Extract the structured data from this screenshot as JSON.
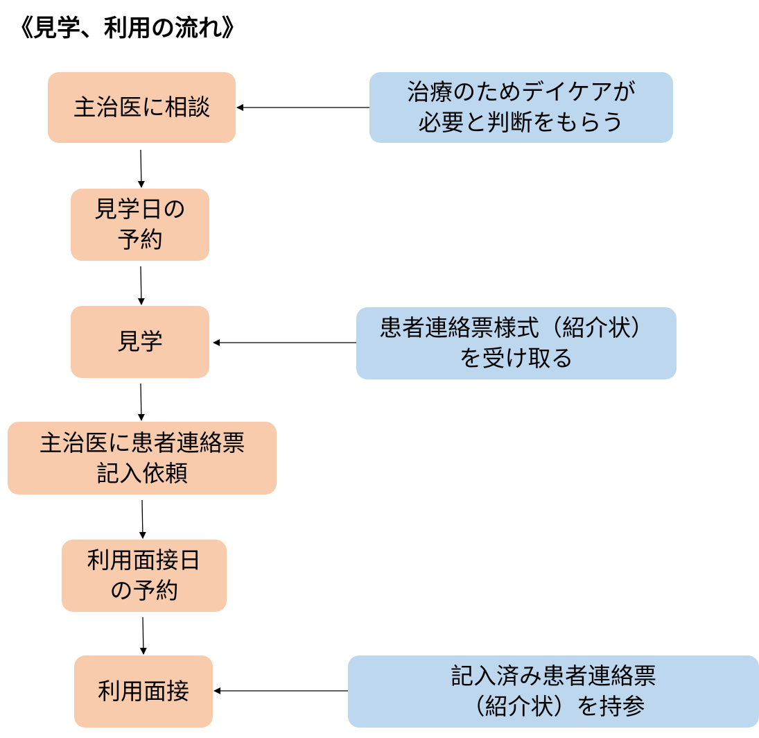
{
  "title": "《見学、利用の流れ》",
  "steps": [
    {
      "label": "主治医に相談"
    },
    {
      "label": "見学日の\n予約"
    },
    {
      "label": "見学"
    },
    {
      "label": "主治医に患者連絡票\n記入依頼"
    },
    {
      "label": "利用面接日\nの予約"
    },
    {
      "label": "利用面接"
    }
  ],
  "notes": [
    {
      "label": "治療のためデイケアが\n必要と判断をもらう"
    },
    {
      "label": "患者連絡票様式（紹介状）\nを受け取る"
    },
    {
      "label": "記入済み患者連絡票\n（紹介状）を持参"
    }
  ],
  "colors": {
    "step_fill": "#f8cbad",
    "note_fill": "#bdd7ee",
    "arrow": "#000000"
  }
}
